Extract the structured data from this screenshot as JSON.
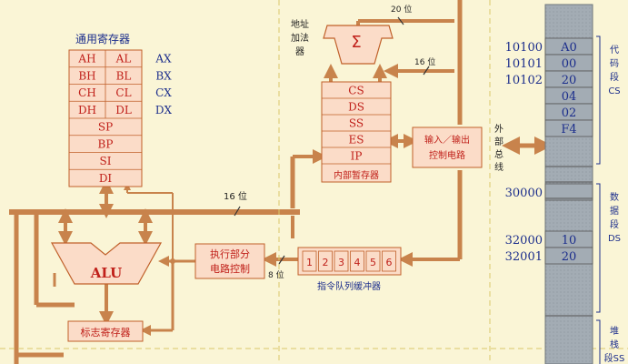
{
  "registers": {
    "title": "通用寄存器",
    "pairs": [
      {
        "high": "AH",
        "low": "AL",
        "name": "AX"
      },
      {
        "high": "BH",
        "low": "BL",
        "name": "BX"
      },
      {
        "high": "CH",
        "low": "CL",
        "name": "CX"
      },
      {
        "high": "DH",
        "low": "DL",
        "name": "DX"
      }
    ],
    "single": [
      "SP",
      "BP",
      "SI",
      "DI"
    ]
  },
  "address_adder": {
    "lines": [
      "地址",
      "加法",
      "器"
    ],
    "symbol": "Σ"
  },
  "segment_registers": {
    "items": [
      "CS",
      "DS",
      "SS",
      "ES",
      "IP"
    ],
    "caption": "内部暂存器"
  },
  "io_control": {
    "lines": [
      "输入／输出",
      "控制电路"
    ]
  },
  "external_bus": {
    "chars": [
      "外",
      "部",
      "总",
      "线"
    ]
  },
  "bus_widths": {
    "top": "20 位",
    "mid": "16 位",
    "bus": "16 位",
    "queue": "8 位"
  },
  "alu": {
    "label": "ALU"
  },
  "exec_control": {
    "lines": [
      "执行部分",
      "电路控制"
    ]
  },
  "flags": {
    "label": "标志寄存器"
  },
  "queue": {
    "cells": [
      "1",
      "2",
      "3",
      "4",
      "5",
      "6"
    ],
    "caption": "指令队列缓冲器"
  },
  "memory": {
    "cs_rows": [
      {
        "addr": "10100",
        "val": "A0"
      },
      {
        "addr": "10101",
        "val": "00"
      },
      {
        "addr": "10102",
        "val": "20"
      },
      {
        "addr": "",
        "val": "04"
      },
      {
        "addr": "",
        "val": "02"
      },
      {
        "addr": "",
        "val": "F4"
      }
    ],
    "ds_rows": [
      {
        "addr": "30000",
        "val": ""
      },
      {
        "addr": "32000",
        "val": "10"
      },
      {
        "addr": "32001",
        "val": "20"
      }
    ]
  },
  "segment_labels": {
    "code": [
      "代",
      "码",
      "段",
      "CS"
    ],
    "data": [
      "数",
      "据",
      "段",
      "DS"
    ],
    "stack": [
      "堆",
      "栈",
      "段SS"
    ]
  },
  "colors": {
    "bus": "#c8834c",
    "box_fill": "#fbdcc8",
    "box_border": "#c0602a",
    "memory_fill": "#a3acb4",
    "text_red": "#c0201a",
    "text_blue": "#1c2e8c"
  }
}
